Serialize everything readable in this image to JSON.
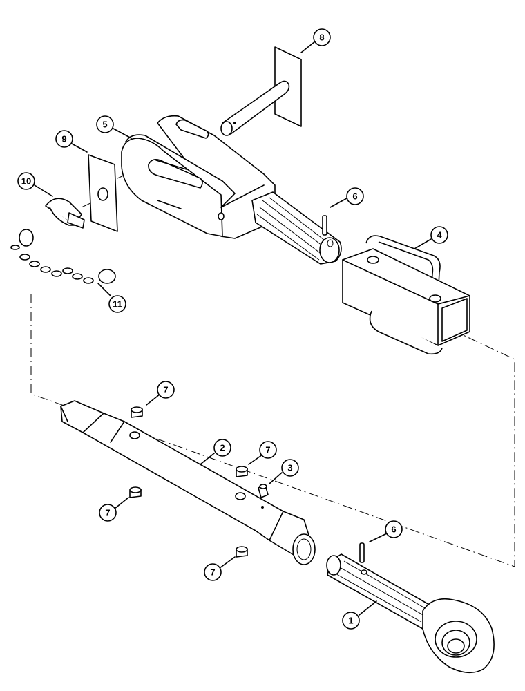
{
  "diagram": {
    "callouts": [
      {
        "id": "c1",
        "label": "1"
      },
      {
        "id": "c2",
        "label": "2"
      },
      {
        "id": "c3",
        "label": "3"
      },
      {
        "id": "c4",
        "label": "4"
      },
      {
        "id": "c5",
        "label": "5"
      },
      {
        "id": "c6a",
        "label": "6"
      },
      {
        "id": "c6b",
        "label": "6"
      },
      {
        "id": "c7a",
        "label": "7"
      },
      {
        "id": "c7b",
        "label": "7"
      },
      {
        "id": "c7c",
        "label": "7"
      },
      {
        "id": "c7d",
        "label": "7"
      },
      {
        "id": "c8",
        "label": "8"
      },
      {
        "id": "c9",
        "label": "9"
      },
      {
        "id": "c10",
        "label": "10"
      },
      {
        "id": "c11",
        "label": "11"
      }
    ]
  }
}
